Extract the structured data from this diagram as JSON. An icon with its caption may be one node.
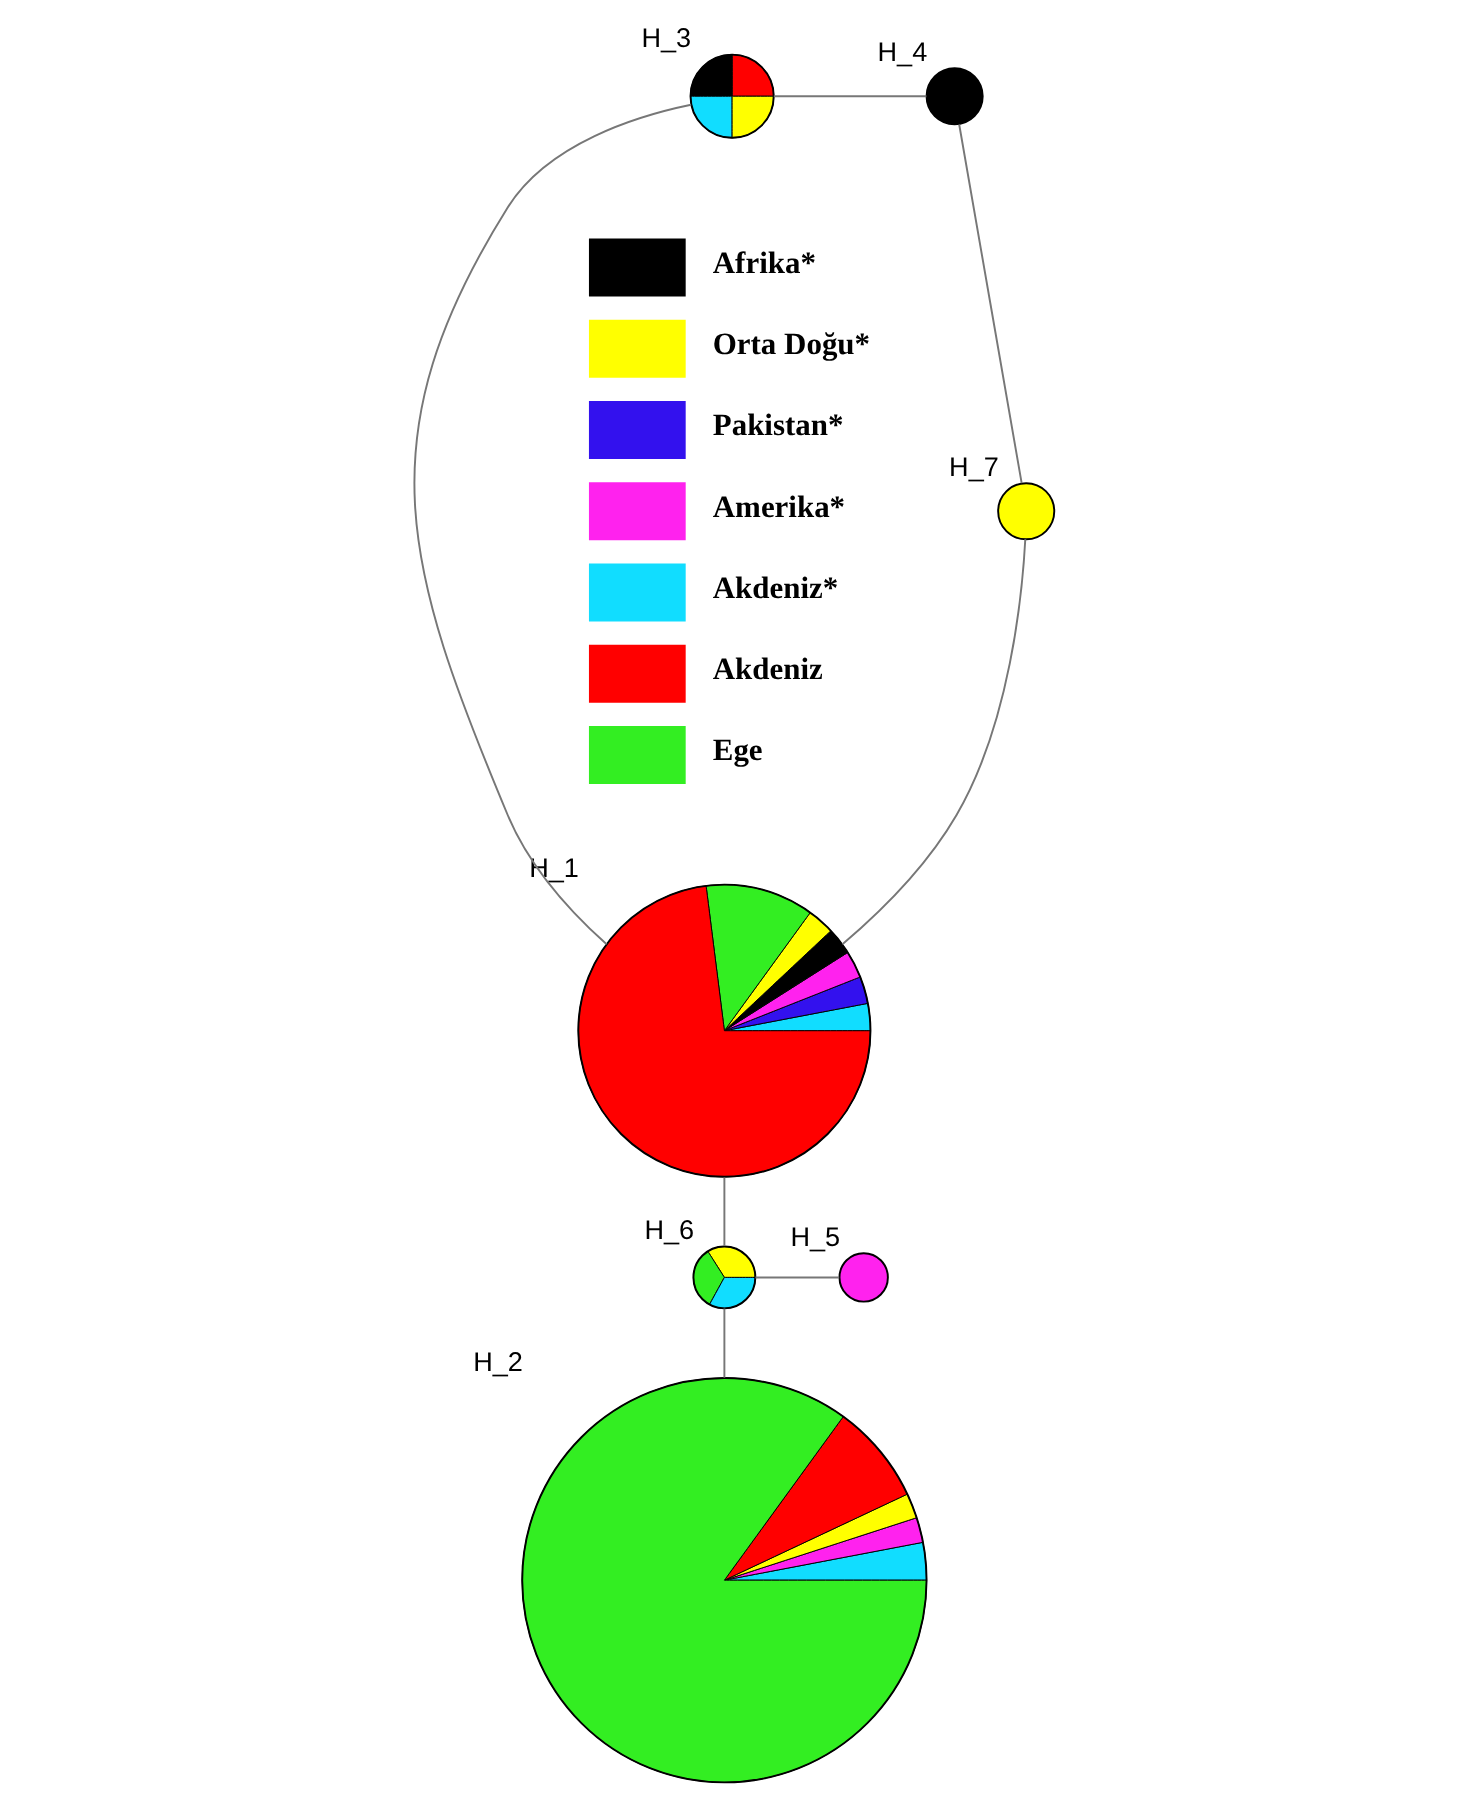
{
  "diagram": {
    "nodes": [
      {
        "text": [],
        "shape": "circle",
        "beside": [
          "H_3"
        ]
      },
      {
        "text": [],
        "shape": "circle",
        "beside": [
          "H_4"
        ]
      },
      {
        "text": [],
        "shape": "circle",
        "beside": [
          "H_7"
        ]
      },
      {
        "text": [],
        "shape": "circle",
        "beside": [
          "H_1"
        ]
      },
      {
        "text": [],
        "shape": "circle",
        "beside": [
          "H_6"
        ]
      },
      {
        "text": [],
        "shape": "circle",
        "beside": [
          "H_5"
        ]
      },
      {
        "text": [],
        "shape": "circle",
        "beside": [
          "H_2"
        ]
      }
    ],
    "edges": [
      {
        "from": 0,
        "to": 1,
        "arrow": "none"
      },
      {
        "from": 1,
        "to": 2,
        "arrow": "none"
      },
      {
        "from": 0,
        "to": 3,
        "arrow": "none"
      },
      {
        "from": 2,
        "to": 3,
        "arrow": "none"
      },
      {
        "from": 3,
        "to": 4,
        "arrow": "none"
      },
      {
        "from": 4,
        "to": 5,
        "arrow": "none"
      },
      {
        "from": 4,
        "to": 6,
        "arrow": "none"
      }
    ],
    "legend": [
      {
        "text": "Afrika*",
        "color": "#000000"
      },
      {
        "text": "Orta Doğu*",
        "color": "#ffff00"
      },
      {
        "text": "Pakistan*",
        "color": "#3311ee"
      },
      {
        "text": "Amerika*",
        "color": "#ff22ee"
      },
      {
        "text": "Akdeniz*",
        "color": "#11ddff"
      },
      {
        "text": "Akdeniz",
        "color": "#ff0000"
      },
      {
        "text": "Ege",
        "color": "#33ee22"
      }
    ]
  }
}
